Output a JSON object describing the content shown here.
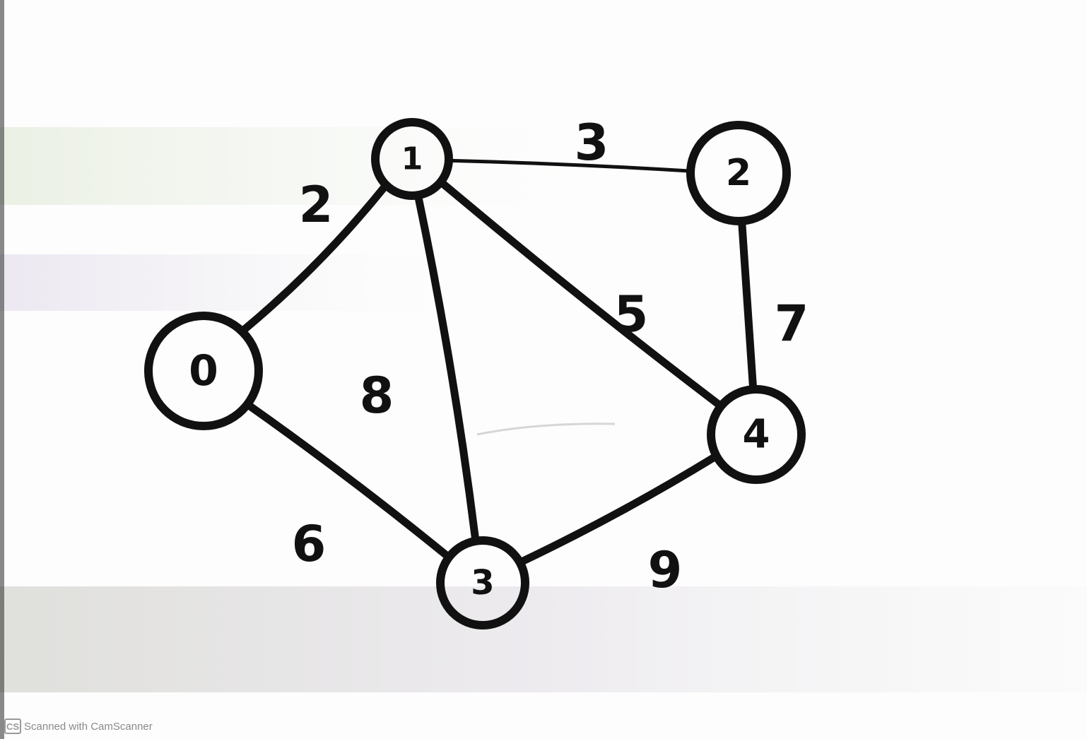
{
  "graph": {
    "nodes": [
      {
        "id": "0",
        "label": "0",
        "emphasis": "thick"
      },
      {
        "id": "1",
        "label": "1",
        "emphasis": "normal"
      },
      {
        "id": "2",
        "label": "2",
        "emphasis": "normal"
      },
      {
        "id": "3",
        "label": "3",
        "emphasis": "normal"
      },
      {
        "id": "4",
        "label": "4",
        "emphasis": "normal"
      }
    ],
    "edges": [
      {
        "from": "0",
        "to": "1",
        "weight": "2"
      },
      {
        "from": "1",
        "to": "2",
        "weight": "3"
      },
      {
        "from": "1",
        "to": "3",
        "weight": "8"
      },
      {
        "from": "1",
        "to": "4",
        "weight": "5"
      },
      {
        "from": "2",
        "to": "4",
        "weight": "7"
      },
      {
        "from": "0",
        "to": "3",
        "weight": "6"
      },
      {
        "from": "3",
        "to": "4",
        "weight": "9"
      }
    ]
  },
  "watermark": {
    "badge": "CS",
    "text": "Scanned with CamScanner"
  },
  "colors": {
    "ink": "#111111",
    "paper": "#fdfdfd",
    "watermark": "#8a8a8a"
  }
}
